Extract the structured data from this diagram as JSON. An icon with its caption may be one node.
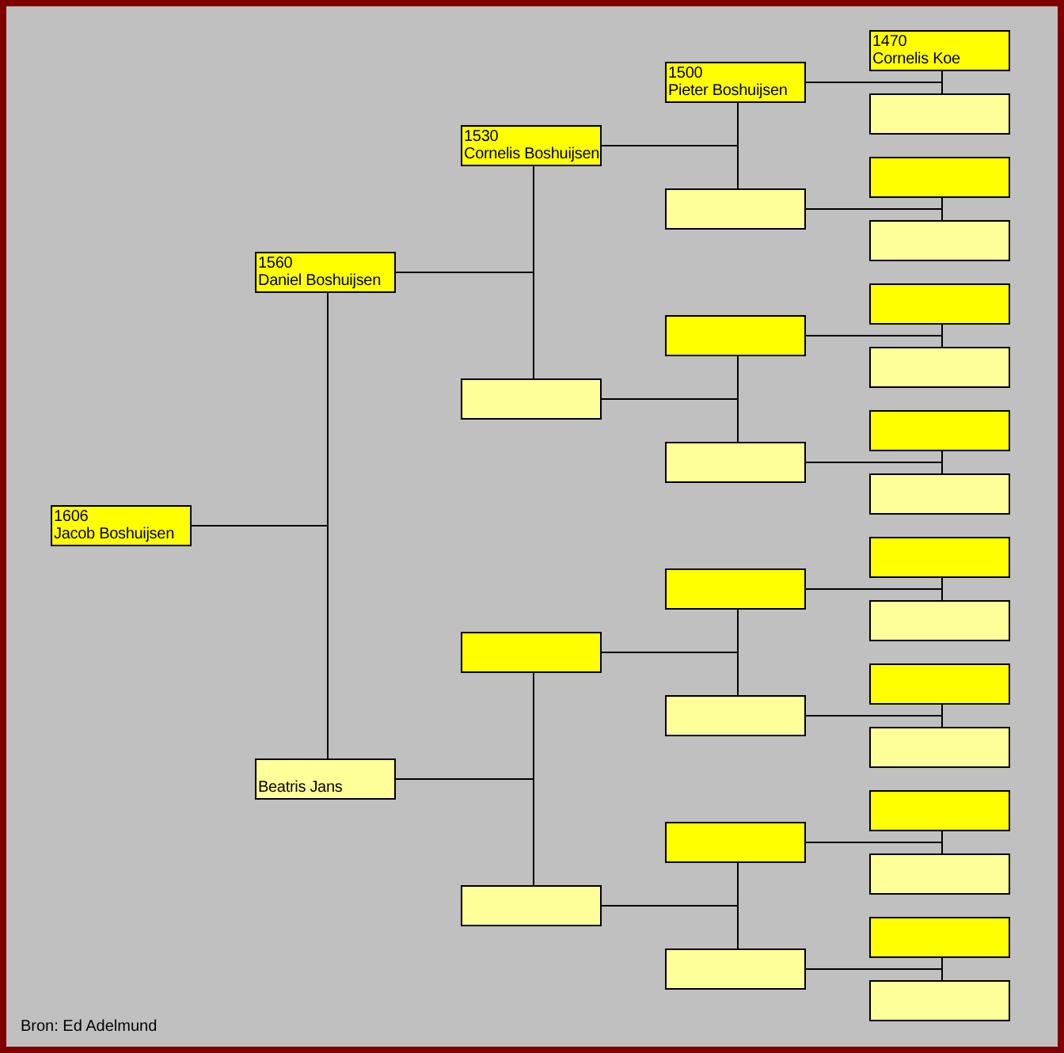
{
  "diagram": {
    "nodes": [
      {
        "text": [
          "1606",
          "Jacob Boshuijsen"
        ]
      },
      {
        "text": [
          "1560",
          "Daniel Boshuijsen"
        ]
      },
      {
        "text": [
          "Beatris Jans"
        ]
      },
      {
        "text": [
          "1530",
          "Cornelis Boshuijsen"
        ]
      },
      {
        "text": [],
        "shape": "box"
      },
      {
        "text": [],
        "shape": "box"
      },
      {
        "text": [],
        "shape": "box"
      },
      {
        "text": [
          "1500",
          "Pieter Boshuijsen"
        ]
      },
      {
        "text": [],
        "shape": "box"
      },
      {
        "text": [],
        "shape": "box"
      },
      {
        "text": [],
        "shape": "box"
      },
      {
        "text": [],
        "shape": "box"
      },
      {
        "text": [],
        "shape": "box"
      },
      {
        "text": [],
        "shape": "box"
      },
      {
        "text": [],
        "shape": "box"
      },
      {
        "text": [
          "1470",
          "Cornelis Koe"
        ]
      },
      {
        "text": [],
        "shape": "box"
      },
      {
        "text": [],
        "shape": "box"
      },
      {
        "text": [],
        "shape": "box"
      },
      {
        "text": [],
        "shape": "box"
      },
      {
        "text": [],
        "shape": "box"
      },
      {
        "text": [],
        "shape": "box"
      },
      {
        "text": [],
        "shape": "box"
      },
      {
        "text": [],
        "shape": "box"
      },
      {
        "text": [],
        "shape": "box"
      },
      {
        "text": [],
        "shape": "box"
      },
      {
        "text": [],
        "shape": "box"
      },
      {
        "text": [],
        "shape": "box"
      },
      {
        "text": [],
        "shape": "box"
      },
      {
        "text": [],
        "shape": "box"
      },
      {
        "text": [],
        "shape": "box"
      }
    ],
    "edges": [
      {
        "from": 0,
        "to": 1,
        "arrow": "none"
      },
      {
        "from": 0,
        "to": 2,
        "arrow": "none"
      },
      {
        "from": 1,
        "to": 3,
        "arrow": "none"
      },
      {
        "from": 1,
        "to": 4,
        "arrow": "none"
      },
      {
        "from": 2,
        "to": 5,
        "arrow": "none"
      },
      {
        "from": 2,
        "to": 6,
        "arrow": "none"
      },
      {
        "from": 3,
        "to": 7,
        "arrow": "none"
      },
      {
        "from": 3,
        "to": 8,
        "arrow": "none"
      },
      {
        "from": 4,
        "to": 9,
        "arrow": "none"
      },
      {
        "from": 4,
        "to": 10,
        "arrow": "none"
      },
      {
        "from": 5,
        "to": 11,
        "arrow": "none"
      },
      {
        "from": 5,
        "to": 12,
        "arrow": "none"
      },
      {
        "from": 6,
        "to": 13,
        "arrow": "none"
      },
      {
        "from": 6,
        "to": 14,
        "arrow": "none"
      },
      {
        "from": 7,
        "to": 15,
        "arrow": "none"
      },
      {
        "from": 7,
        "to": 16,
        "arrow": "none"
      },
      {
        "from": 8,
        "to": 17,
        "arrow": "none"
      },
      {
        "from": 8,
        "to": 18,
        "arrow": "none"
      },
      {
        "from": 9,
        "to": 19,
        "arrow": "none"
      },
      {
        "from": 9,
        "to": 20,
        "arrow": "none"
      },
      {
        "from": 10,
        "to": 21,
        "arrow": "none"
      },
      {
        "from": 10,
        "to": 22,
        "arrow": "none"
      },
      {
        "from": 11,
        "to": 23,
        "arrow": "none"
      },
      {
        "from": 11,
        "to": 24,
        "arrow": "none"
      },
      {
        "from": 12,
        "to": 25,
        "arrow": "none"
      },
      {
        "from": 12,
        "to": 26,
        "arrow": "none"
      },
      {
        "from": 13,
        "to": 27,
        "arrow": "none"
      },
      {
        "from": 13,
        "to": 28,
        "arrow": "none"
      },
      {
        "from": 14,
        "to": 29,
        "arrow": "none"
      },
      {
        "from": 14,
        "to": 30,
        "arrow": "none"
      }
    ],
    "labels": [
      "Bron: Ed Adelmund"
    ]
  }
}
